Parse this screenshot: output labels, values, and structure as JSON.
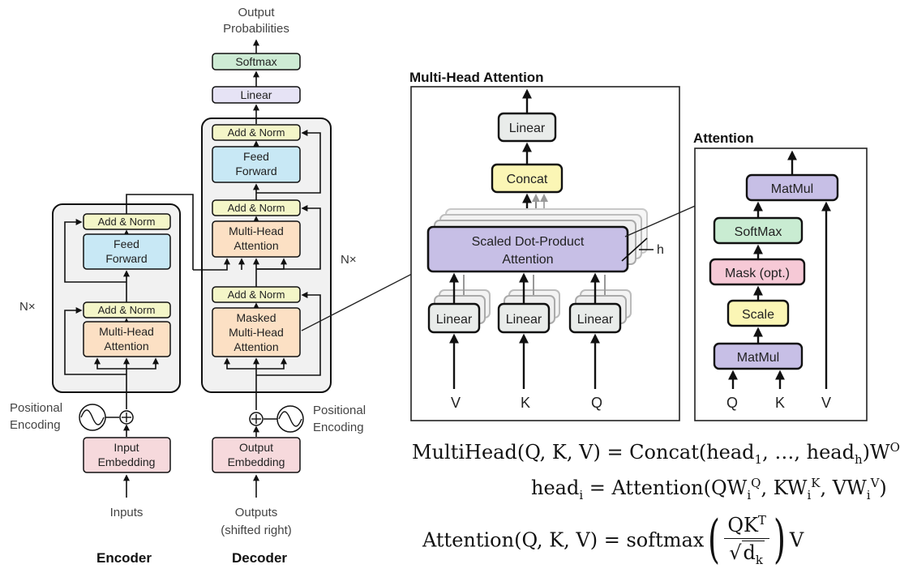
{
  "transformer": {
    "output_probabilities": [
      "Output",
      "Probabilities"
    ],
    "softmax": "Softmax",
    "linear": "Linear",
    "nx": "N×",
    "add_norm": "Add & Norm",
    "feed_forward": [
      "Feed",
      "Forward"
    ],
    "multi_head_attention": [
      "Multi-Head",
      "Attention"
    ],
    "masked_multi_head_attention": [
      "Masked",
      "Multi-Head",
      "Attention"
    ],
    "positional_encoding": [
      "Positional",
      "Encoding"
    ],
    "input_embedding": [
      "Input",
      "Embedding"
    ],
    "output_embedding": [
      "Output",
      "Embedding"
    ],
    "inputs": "Inputs",
    "outputs": [
      "Outputs",
      "(shifted right)"
    ],
    "encoder": "Encoder",
    "decoder": "Decoder"
  },
  "mha": {
    "title": "Multi-Head Attention",
    "linear": "Linear",
    "concat": "Concat",
    "sdpa": [
      "Scaled Dot-Product",
      "Attention"
    ],
    "h": "h",
    "inputs": [
      "V",
      "K",
      "Q"
    ]
  },
  "attention": {
    "title": "Attention",
    "matmul": "MatMul",
    "softmax": "SoftMax",
    "mask": "Mask (opt.)",
    "scale": "Scale",
    "inputs": [
      "Q",
      "K",
      "V"
    ]
  },
  "formulas": {
    "multihead": "MultiHead(Q, K, V) = Concat(head1, …, headh)WO",
    "head": "headi = Attention(QWiQ, KWiK, VWiV)",
    "attention": "Attention(Q, K, V) = softmax(QKT / √dk)V"
  },
  "colors": {
    "pink": "#f6d9dc",
    "orange": "#fce0c4",
    "blue": "#c8e8f5",
    "yellow": "#f4f6c8",
    "green": "#cdebd4",
    "lavender": "#e6e3f5",
    "purple": "#c7bfe6",
    "yellow_bright": "#fbf6b5",
    "pink_bright": "#f6c9d6",
    "green_bright": "#c9ecd2",
    "panel_gray": "#f1f1f1"
  }
}
